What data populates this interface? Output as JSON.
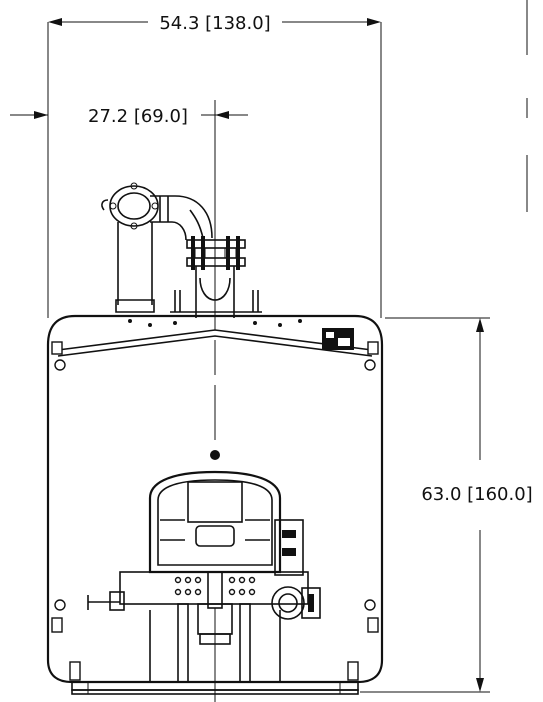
{
  "dimensions": {
    "overall_width": "54.3 [138.0]",
    "center_offset": "27.2 [69.0]",
    "overall_height": "63.0 [160.0]"
  }
}
